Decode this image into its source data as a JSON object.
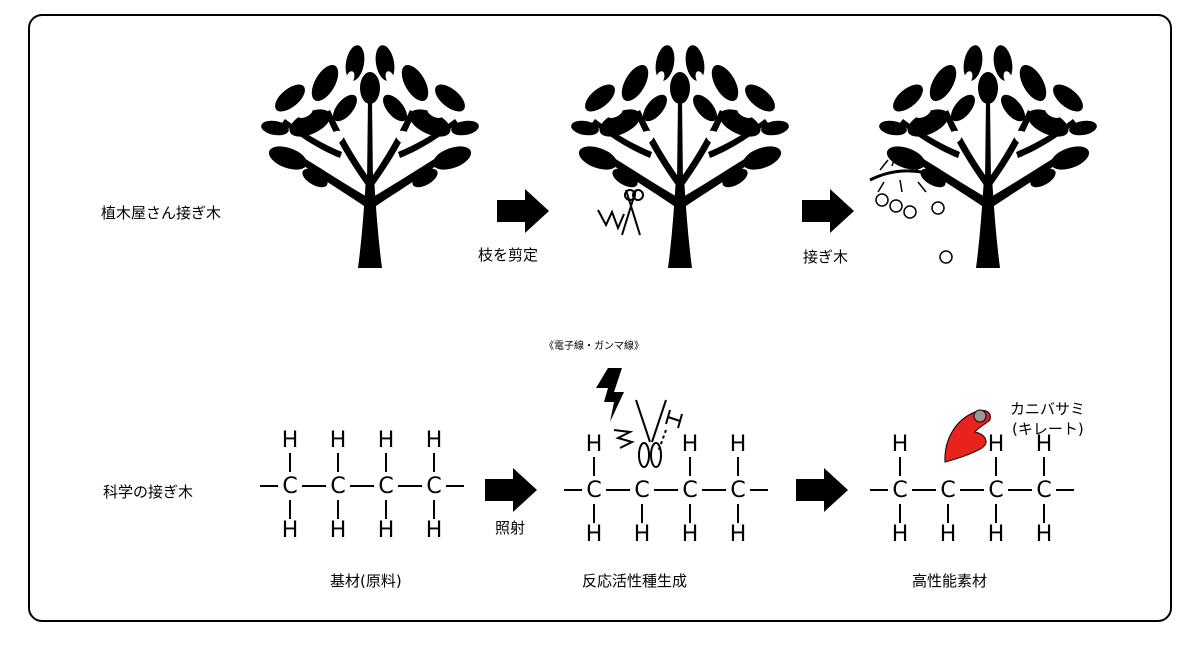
{
  "top_row": {
    "title": "植木屋さん接ぎ木",
    "step1_caption": "枝を剪定",
    "step2_caption": "接ぎ木"
  },
  "bottom_row": {
    "title": "科学の接ぎ木",
    "irradiation_source": "《電子線・ガンマ線》",
    "step1_caption": "照射",
    "chelate_label_line1": "カニバサミ",
    "chelate_label_line2": "(キレート)",
    "stage_labels": [
      "基材(原料)",
      "反応活性種生成",
      "高性能素材"
    ],
    "atom_carbon": "C",
    "atom_hydrogen": "H"
  },
  "colors": {
    "crab_claw": "#e8231e",
    "ink": "#000000"
  }
}
